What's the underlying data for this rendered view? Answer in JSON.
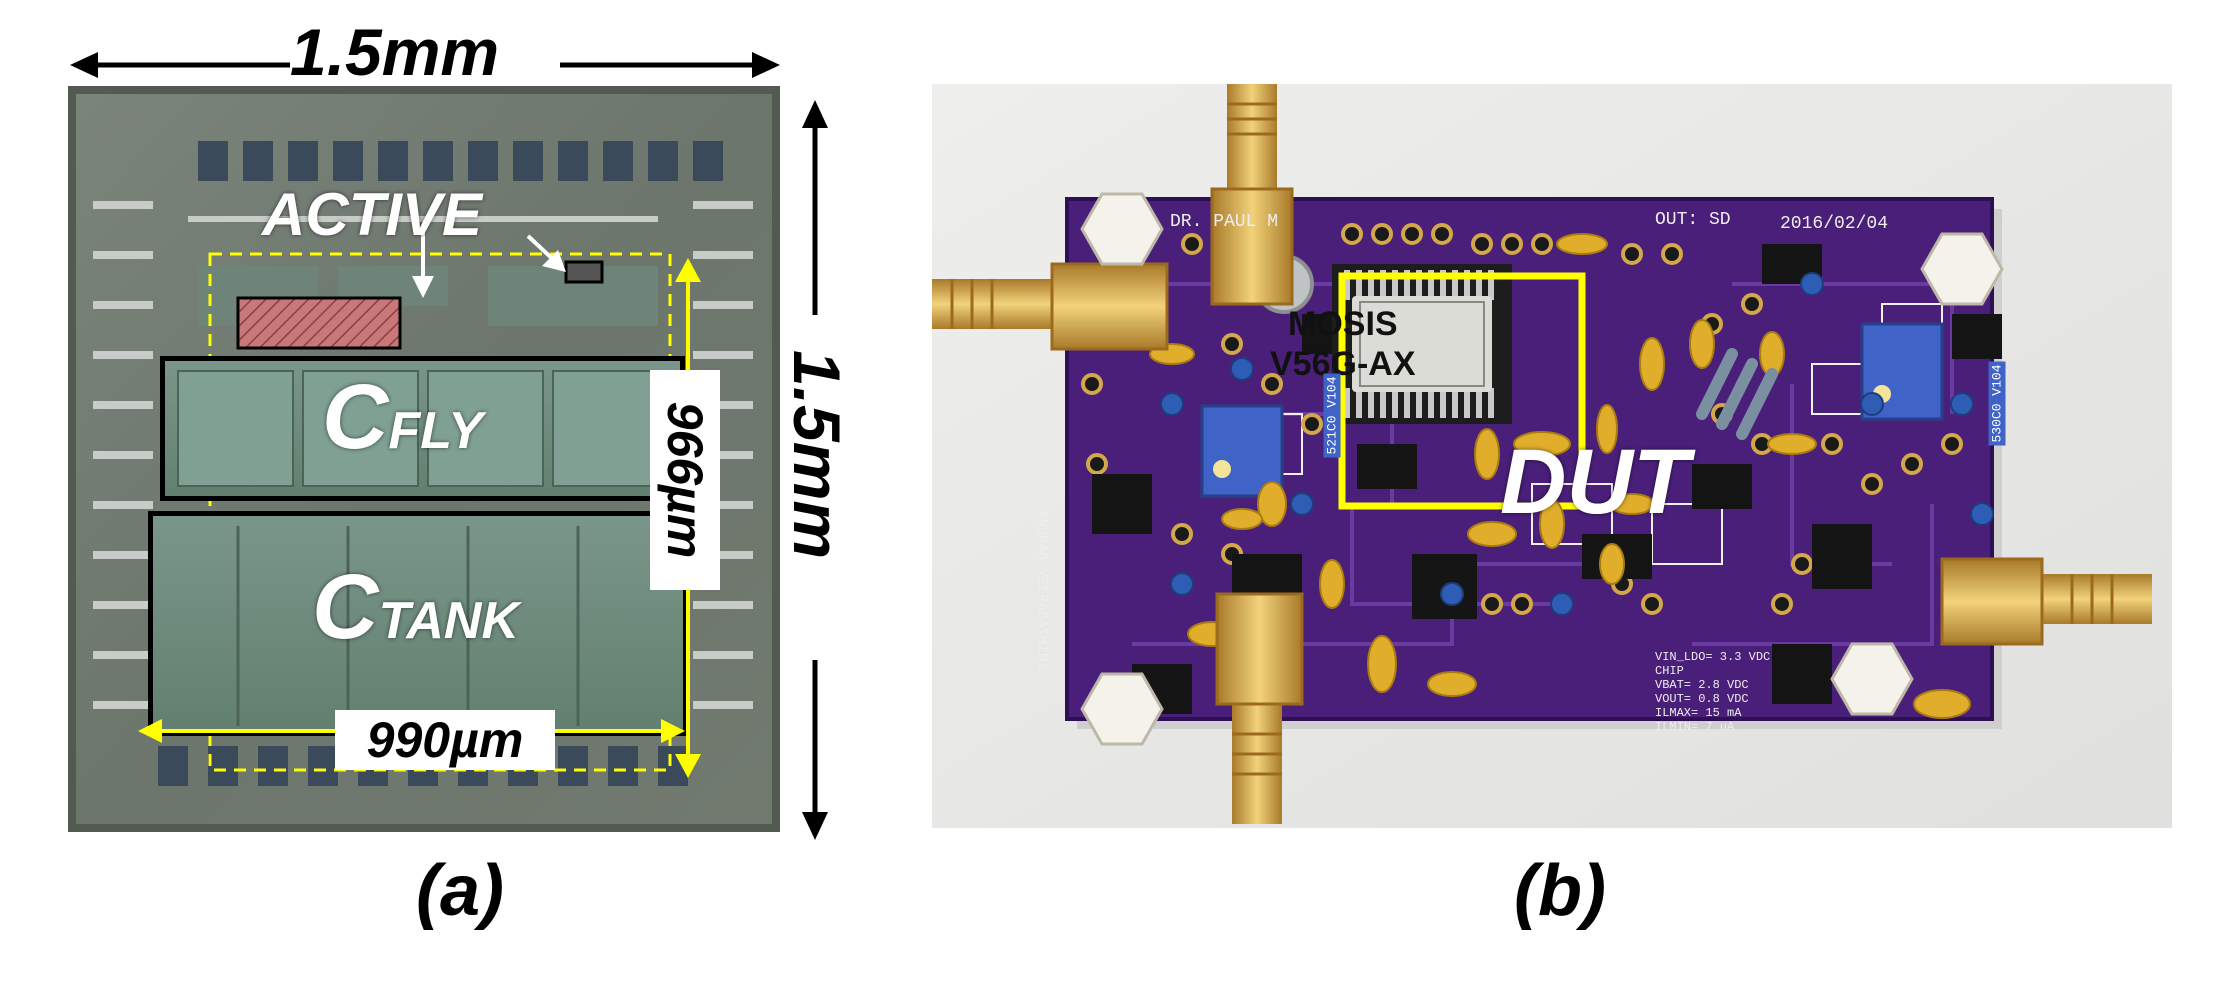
{
  "panel_a": {
    "caption": "(a)",
    "width_label": "1.5mm",
    "height_label": "1.5mm",
    "active_label": "ACTIVE",
    "cfly_main": "C",
    "cfly_sub": "FLY",
    "ctank_main": "C",
    "ctank_sub": "TANK",
    "core_height_label": "966µm",
    "core_width_label": "990µm"
  },
  "panel_b": {
    "caption": "(b)",
    "chip_line1": "MOSIS",
    "chip_line2": "V56G-AX",
    "dut_label": "DUT",
    "pot_left_label": "521C0 V104",
    "pot_right_label": "530C0 V104",
    "silk_top": "DR. PAUL M",
    "silk_date": "2016/02/04",
    "silk_out": "OUT: SD",
    "silk_left": "ANURAG VEERABATHINI",
    "silk_specs": [
      "VIN_LDO= 3.3 VDC",
      "CHIP",
      "VBAT= 2.8 VDC",
      "VOUT= 0.8 VDC",
      "ILMAX= 15 mA",
      "ILMIN= 7 uA"
    ]
  },
  "colors": {
    "die_bg": "#6f7a70",
    "cap_fill": "#6c8a7a",
    "highlight_yellow": "#ffff00",
    "active_fill": "#c9787a",
    "pcb_purple": "#4a1f7a",
    "gold": "#d4a84a"
  }
}
